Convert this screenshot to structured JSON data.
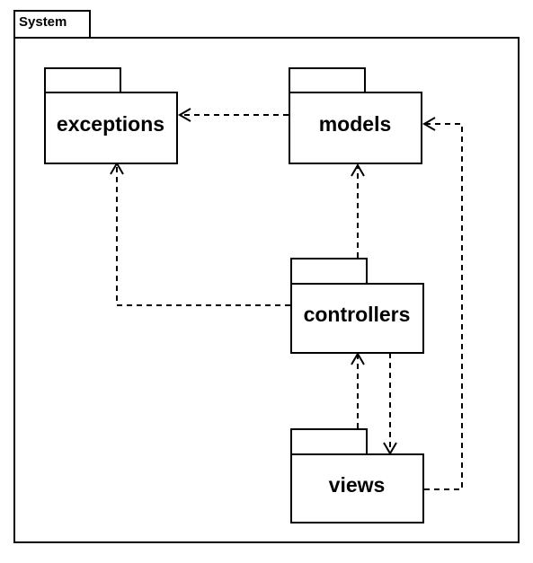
{
  "frame": {
    "label": "System"
  },
  "packages": {
    "exceptions": {
      "label": "exceptions"
    },
    "models": {
      "label": "models"
    },
    "controllers": {
      "label": "controllers"
    },
    "views": {
      "label": "views"
    }
  },
  "dependencies": [
    {
      "from": "models",
      "to": "exceptions"
    },
    {
      "from": "controllers",
      "to": "exceptions"
    },
    {
      "from": "controllers",
      "to": "models"
    },
    {
      "from": "controllers",
      "to": "views"
    },
    {
      "from": "views",
      "to": "controllers"
    },
    {
      "from": "views",
      "to": "models"
    }
  ]
}
